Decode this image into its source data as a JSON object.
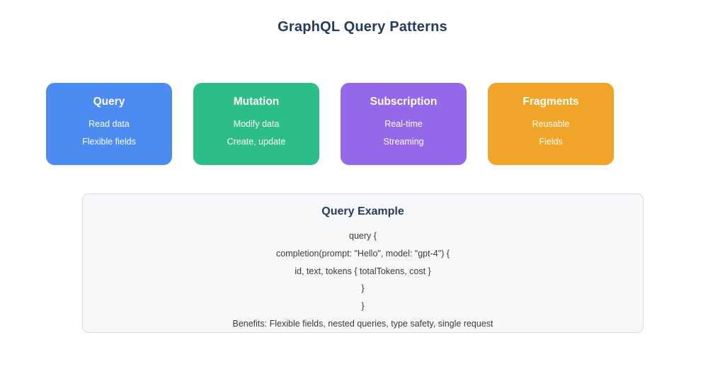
{
  "page": {
    "title": "GraphQL Query Patterns"
  },
  "colors": {
    "title_text": "#263C5C",
    "code_text": "#3A3A3A",
    "card_text": "#FFFFFF",
    "example_bg": "#F7F8F9",
    "example_border": "#D9DDE3",
    "query_blue": "#4C8CF2",
    "mutation_green": "#2DBD88",
    "subscription_purple": "#9468E8",
    "fragments_orange": "#F0A428"
  },
  "cards": [
    {
      "title": "Query",
      "color": "#4C8CF2",
      "lines": [
        "Read data",
        "Flexible fields"
      ]
    },
    {
      "title": "Mutation",
      "color": "#2DBD88",
      "lines": [
        "Modify data",
        "Create, update"
      ]
    },
    {
      "title": "Subscription",
      "color": "#9468E8",
      "lines": [
        "Real-time",
        "Streaming"
      ]
    },
    {
      "title": "Fragments",
      "color": "#F0A428",
      "lines": [
        "Reusable",
        "Fields"
      ]
    }
  ],
  "example": {
    "title": "Query Example",
    "code_lines": [
      "query {",
      "completion(prompt: \"Hello\", model: \"gpt-4\") {",
      "id, text, tokens { totalTokens, cost }",
      "}",
      "}"
    ],
    "benefits": "Benefits: Flexible fields, nested queries, type safety, single request"
  }
}
